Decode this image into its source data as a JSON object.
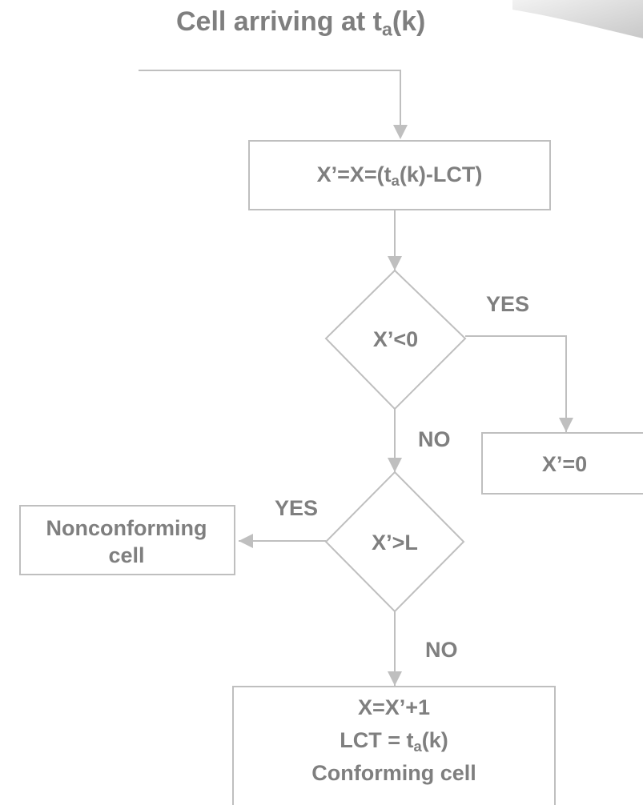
{
  "title": {
    "main": "Cell arriving at t",
    "sub": "a",
    "tail": "(k)"
  },
  "nodes": {
    "compute": {
      "pre": "X’=X=(t",
      "sub": "a",
      "post": "(k)-LCT)"
    },
    "decision_negative": "X’<0",
    "reset": "X’=0",
    "decision_limit": "X’>L",
    "nonconforming": {
      "line1": "Nonconforming",
      "line2": "cell"
    },
    "conforming": {
      "line1": "X=X’+1",
      "line2": {
        "pre": "LCT = t",
        "sub": "a",
        "post": "(k)"
      },
      "line3": "Conforming cell"
    }
  },
  "edges": {
    "negative_yes": "YES",
    "negative_no": "NO",
    "limit_yes": "YES",
    "limit_no": "NO"
  },
  "colors": {
    "stroke": "#bfbfbf",
    "text": "#7f7f7f",
    "background": "#ffffff"
  }
}
